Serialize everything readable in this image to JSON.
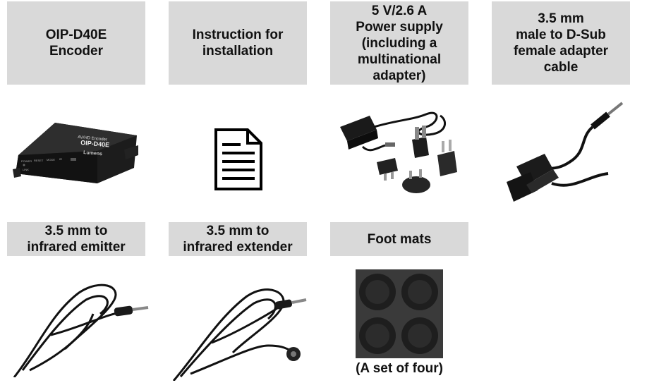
{
  "items": [
    {
      "label": "OIP-D40E\nEncoder",
      "image": "encoder-device-photo"
    },
    {
      "label": "Instruction for\ninstallation",
      "image": "document-icon"
    },
    {
      "label": "5 V/2.6 A\nPower supply\n(including a\nmultinational\nadapter)",
      "image": "power-supply-photo"
    },
    {
      "label": "3.5 mm\nmale to D-Sub\nfemale adapter\ncable",
      "image": "dsub-adapter-cable-photo"
    },
    {
      "label": "3.5 mm to\ninfrared emitter",
      "image": "ir-emitter-cable-photo"
    },
    {
      "label": "3.5 mm to\ninfrared extender",
      "image": "ir-extender-cable-photo"
    },
    {
      "label": "Foot mats",
      "image": "foot-mats-photo",
      "caption": "(A set of four)"
    }
  ],
  "device_text": {
    "model": "OIP-D40E",
    "brand": "Lumens",
    "series": "AV/HD Encoder",
    "ports": [
      "POWER",
      "RESET",
      "MODE",
      "IR",
      "LINK"
    ]
  }
}
